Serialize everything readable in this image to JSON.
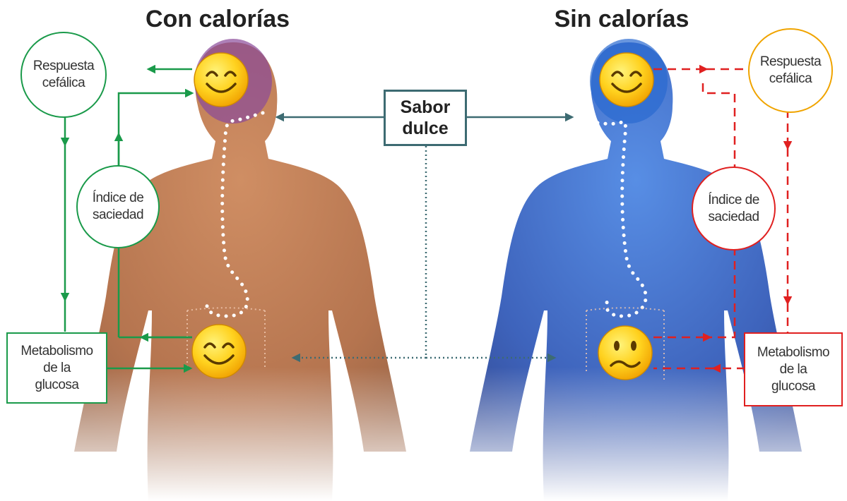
{
  "titles": {
    "left": "Con calorías",
    "right": "Sin calorías"
  },
  "center": {
    "label": "Sabor\ndulce"
  },
  "left_panel": {
    "cephalic": "Respuesta\ncefálica",
    "satiety": "Índice de\nsaciedad",
    "metabolism": "Metabolismo\nde la\nglucosa"
  },
  "right_panel": {
    "cephalic": "Respuesta\ncefálica",
    "satiety": "Índice de\nsaciedad",
    "metabolism": "Metabolismo\nde la\nglucosa"
  },
  "colors": {
    "green": "#1a9a4a",
    "red": "#e02020",
    "orange": "#f0a400",
    "teal": "#3d6b72",
    "body_left": "#b5673a",
    "body_right": "#1d4fb8"
  },
  "icons": {
    "face_head_left": "smiling-face-icon",
    "face_gut_left": "smiling-face-icon",
    "face_head_right": "smiling-face-icon",
    "face_gut_right": "worried-face-icon"
  }
}
